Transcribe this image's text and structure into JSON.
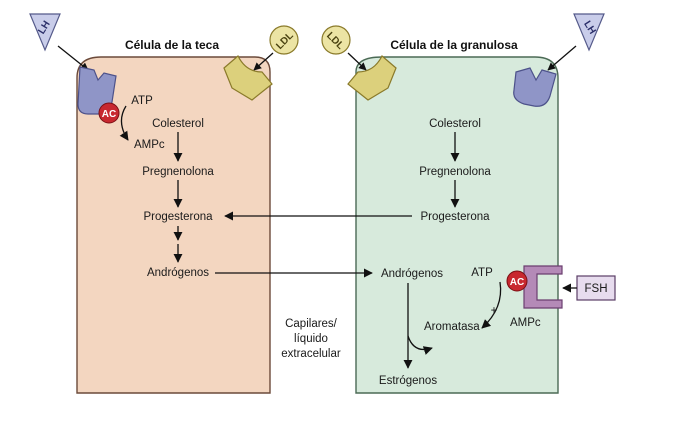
{
  "theca": {
    "title": "Célula de la teca",
    "lh": "LH",
    "ldl": "LDL",
    "ac": "AC",
    "atp": "ATP",
    "ampc": "AMPc",
    "cholesterol": "Colesterol",
    "pregnenolone": "Pregnenolona",
    "progesterone": "Progesterona",
    "androgens": "Andrógenos"
  },
  "granulosa": {
    "title": "Célula de la granulosa",
    "lh": "LH",
    "ldl": "LDL",
    "ac": "AC",
    "atp": "ATP",
    "ampc": "AMPc",
    "fsh": "FSH",
    "plus": "+",
    "cholesterol": "Colesterol",
    "pregnenolone": "Pregnenolona",
    "progesterone": "Progesterona",
    "androgens": "Andrógenos",
    "aromatase": "Aromatasa",
    "estrogens": "Estrógenos"
  },
  "middle": {
    "line1": "Capilares/",
    "line2": "líquido",
    "line3": "extracelular"
  },
  "colors": {
    "theca_fill": "#f3d6c0",
    "granulosa_fill": "#d7eadc",
    "receptor_blue": "#8f95c7",
    "ldl_receptor": "#dcd07c",
    "fsh_receptor": "#b48ab7",
    "ac_red": "#c8282f"
  }
}
